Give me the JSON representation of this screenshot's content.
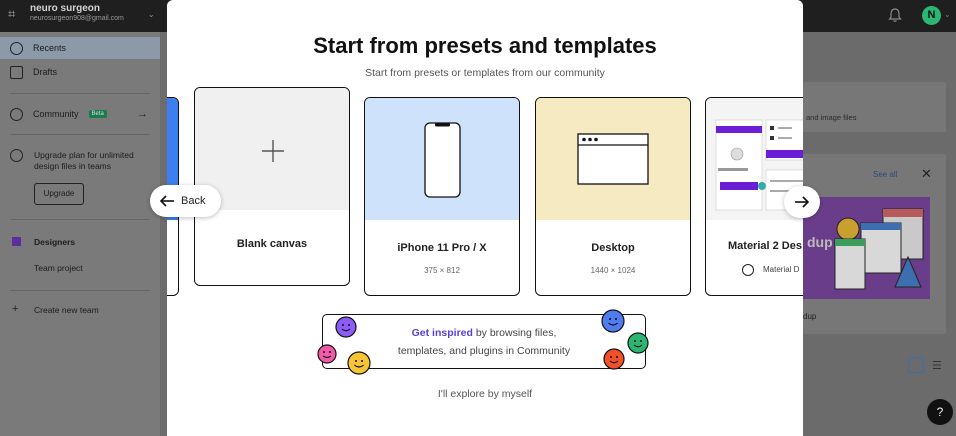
{
  "app": {
    "account_name": "neuro surgeon",
    "account_email": "neurosurgeon908@gmail.com",
    "avatar_initial": "N"
  },
  "sidebar": {
    "items": [
      {
        "label": "Recents"
      },
      {
        "label": "Drafts"
      },
      {
        "label": "Community",
        "badge": "Beta"
      }
    ],
    "upgrade_text_1": "Upgrade plan for unlimited",
    "upgrade_text_2": "design files in teams",
    "upgrade_button": "Upgrade",
    "team_name": "Designers",
    "team_project": "Team project",
    "create_team": "Create new team"
  },
  "background": {
    "card_text": "and image files",
    "see_all": "See all",
    "promo_label": "dup",
    "promo_img_text": "dup"
  },
  "modal": {
    "title": "Start from presets and templates",
    "subtitle": "Start from presets or templates from our community",
    "back_label": "Back",
    "cards": [
      {
        "name": "Blank canvas"
      },
      {
        "name": "iPhone 11 Pro / X",
        "size": "375 × 812"
      },
      {
        "name": "Desktop",
        "size": "1440 × 1024"
      },
      {
        "name": "Material 2 Des",
        "author": "Material D"
      }
    ],
    "inspire_highlight": "Get inspired",
    "inspire_rest": " by browsing files,",
    "inspire_line2": "templates, and plugins in Community",
    "explore": "I'll explore by myself"
  },
  "colors": {
    "iphone_preview": "#cfe2fb",
    "desktop_preview": "#f6eac3",
    "blank_preview": "#f0f0f0",
    "accent_purple": "#5a3fd6"
  }
}
